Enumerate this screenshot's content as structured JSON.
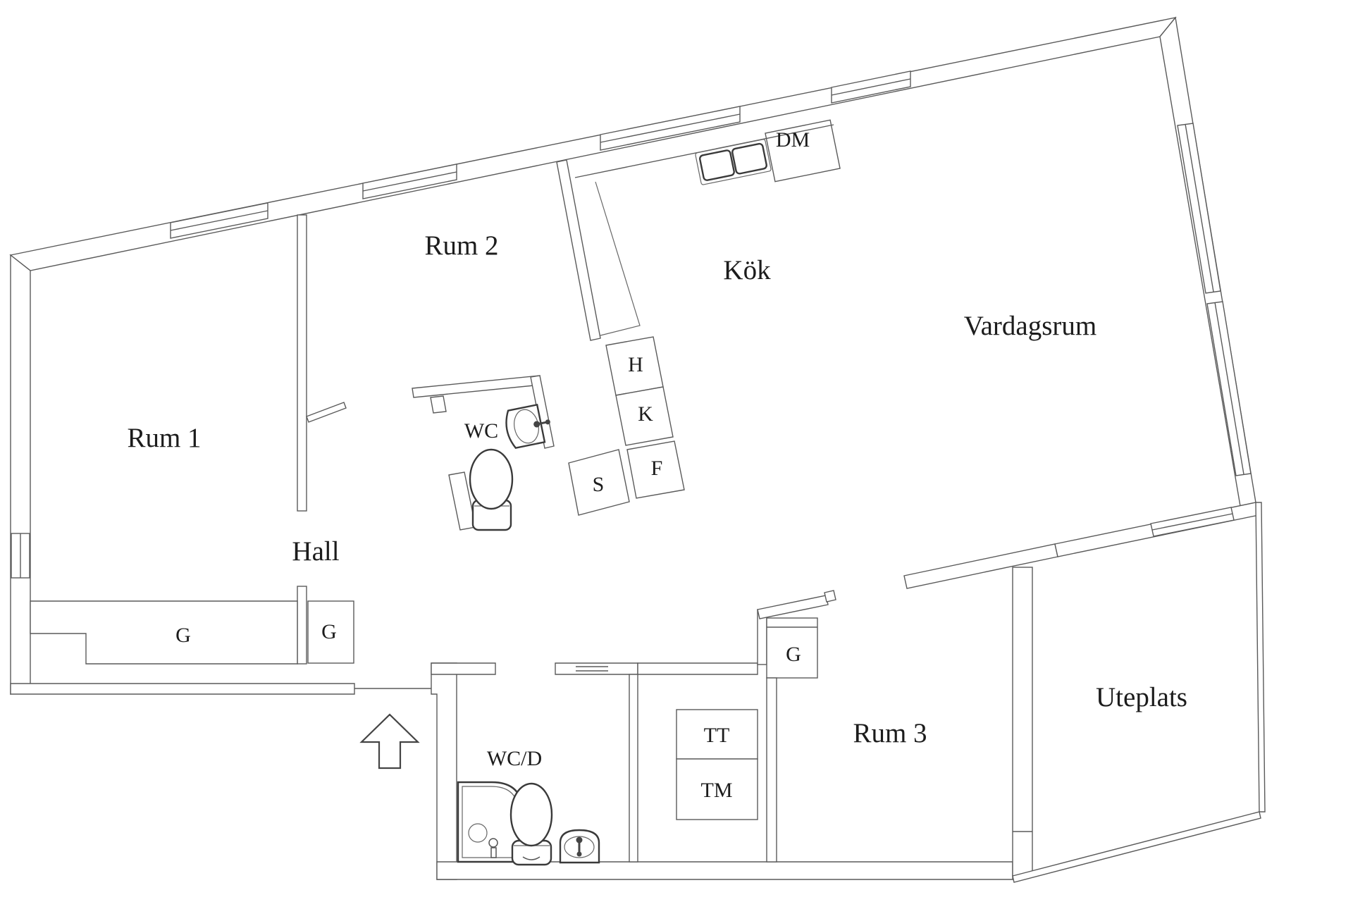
{
  "plan": {
    "rooms": {
      "rum1": "Rum 1",
      "rum2": "Rum 2",
      "kok": "Kök",
      "vardagsrum": "Vardagsrum",
      "hall": "Hall",
      "wc": "WC",
      "wcd": "WC/D",
      "rum3": "Rum 3",
      "uteplats": "Uteplats"
    },
    "closets": {
      "g1": "G",
      "g2": "G",
      "g3": "G",
      "s": "S",
      "h": "H",
      "k": "K",
      "f": "F"
    },
    "appliances": {
      "dm": "DM",
      "tt": "TT",
      "tm": "TM"
    }
  }
}
